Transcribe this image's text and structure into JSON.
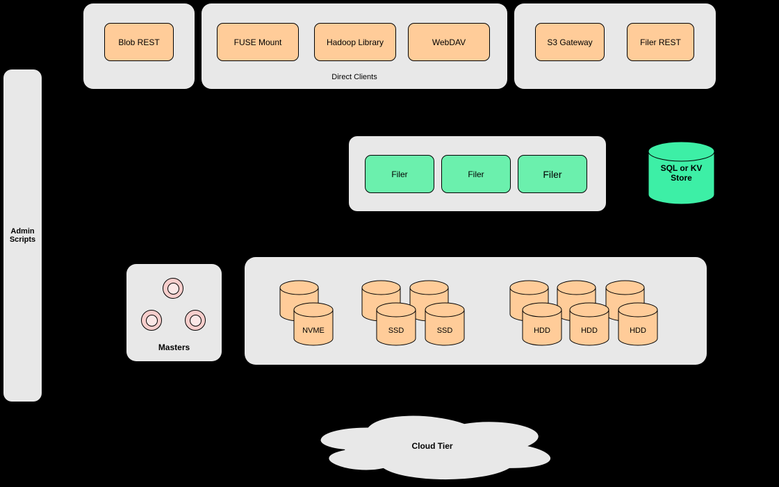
{
  "colors": {
    "background": "#000000",
    "group-bg": "#e8e8e8",
    "node-orange": "#ffcc99",
    "node-green": "#6bf0ad",
    "store-green": "#3defa6",
    "ring-pink": "#f8cecc",
    "ring-pink-inner": "#fbe7e6",
    "border": "#000000",
    "text": "#000000"
  },
  "admin_panel": {
    "label": "Admin Scripts"
  },
  "groups": {
    "blob": {
      "buttons": [
        {
          "label": "Blob REST"
        }
      ]
    },
    "direct_clients": {
      "label": "Direct Clients",
      "buttons": [
        {
          "label": "FUSE Mount"
        },
        {
          "label": "Hadoop Library"
        },
        {
          "label": "WebDAV"
        }
      ]
    },
    "gateways": {
      "buttons": [
        {
          "label": "S3 Gateway"
        },
        {
          "label": "Filer REST"
        }
      ]
    }
  },
  "filers": {
    "buttons": [
      {
        "label": "Filer"
      },
      {
        "label": "Filer"
      },
      {
        "label": "Filer"
      }
    ]
  },
  "store": {
    "label": "SQL or KV Store"
  },
  "masters": {
    "label": "Masters",
    "node_count": 3
  },
  "volumes": {
    "nvme": [
      {
        "label": "NVME"
      }
    ],
    "ssd": [
      {
        "label": "SSD"
      },
      {
        "label": "SSD"
      }
    ],
    "hdd": [
      {
        "label": "HDD"
      },
      {
        "label": "HDD"
      },
      {
        "label": "HDD"
      }
    ]
  },
  "cloud": {
    "label": "Cloud Tier"
  }
}
